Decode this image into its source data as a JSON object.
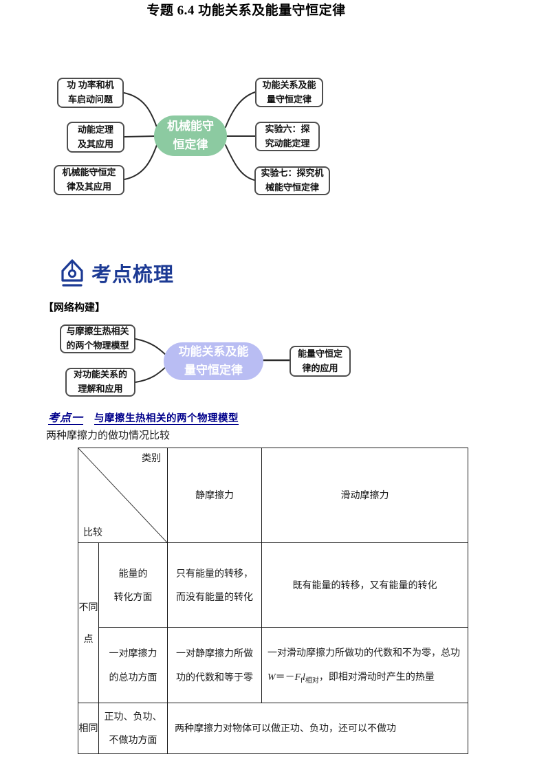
{
  "title": "专题 6.4 功能关系及能量守恒定律",
  "section": {
    "label": "考点梳理",
    "icon": "pen-nib-icon",
    "color": "#1c3a94"
  },
  "network_label": "【网络构建】",
  "mindmap1": {
    "center": "机械能守\n恒定律",
    "center_color": "#8ccaa1",
    "left": [
      {
        "label": "功 功率和机\n车启动问题"
      },
      {
        "label": "动能定理\n及其应用"
      },
      {
        "label": "机械能守恒定\n律及其应用"
      }
    ],
    "right": [
      {
        "label": "功能关系及能\n量守恒定律"
      },
      {
        "label": "实验六：探\n究动能定理"
      },
      {
        "label": "实验七：探究机\n械能守恒定律"
      }
    ]
  },
  "mindmap2": {
    "center": "功能关系及能\n量守恒定律",
    "center_color": "#b9bdf3",
    "left": [
      {
        "label": "与摩擦生热相关\n的两个物理模型"
      },
      {
        "label": "对功能关系的\n理解和应用"
      }
    ],
    "right": [
      {
        "label": "能量守恒定\n律的应用"
      }
    ]
  },
  "kaodian1": {
    "badge": "考点一",
    "heading": "与摩擦生热相关的两个物理模型"
  },
  "table_intro": "两种摩擦力的做功情况比较",
  "friction_table": {
    "corner": {
      "top_right": "类别",
      "bottom_left": "比较"
    },
    "columns": [
      "静摩擦力",
      "滑动摩擦力"
    ],
    "groups": [
      {
        "label": "不同点"
      },
      {
        "label": "相同"
      }
    ],
    "rows": [
      {
        "aspect": "能量的\n转化方面",
        "static_friction": "只有能量的转移，\n而没有能量的转化",
        "sliding_friction": "既有能量的转移，又有能量的转化"
      },
      {
        "aspect": "一对摩擦力\n的总功方面",
        "static_friction": "一对静摩擦力所做\n功的代数和等于零",
        "formula": {
          "pre": "一对滑动摩擦力所做功的代数和不为零，总功 ",
          "w": "W",
          "eq": "＝－",
          "F": "F",
          "F_sub": "f",
          "l": "l",
          "l_sub": "相对",
          "post": "，即相对滑动时产生的热量"
        }
      },
      {
        "aspect": "正功、负功、\n不做功方面",
        "both": "两种摩擦力对物体可以做正功、负功，还可以不做功"
      }
    ]
  }
}
